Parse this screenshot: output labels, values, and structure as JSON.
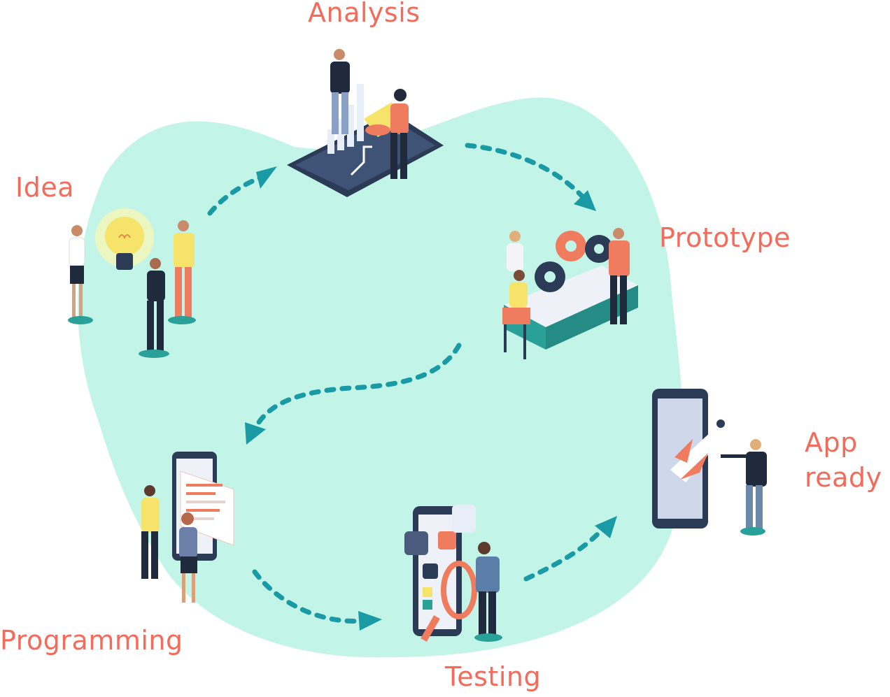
{
  "diagram": {
    "steps": [
      {
        "id": "idea",
        "label": "Idea"
      },
      {
        "id": "analysis",
        "label": "Analysis"
      },
      {
        "id": "prototype",
        "label": "Prototype"
      },
      {
        "id": "programming",
        "label": "Programming"
      },
      {
        "id": "testing",
        "label": "Testing"
      },
      {
        "id": "app_ready",
        "label": "App\nready"
      }
    ],
    "flow": [
      "idea",
      "analysis",
      "prototype",
      "programming",
      "testing",
      "app_ready"
    ]
  },
  "colors": {
    "blob": "#c2f5e8",
    "label": "#f26b5b",
    "arrow": "#1a9aa5",
    "navy": "#2b3a55",
    "coral": "#f07c5f",
    "yellow": "#f6e36a",
    "teal": "#2aa198"
  }
}
